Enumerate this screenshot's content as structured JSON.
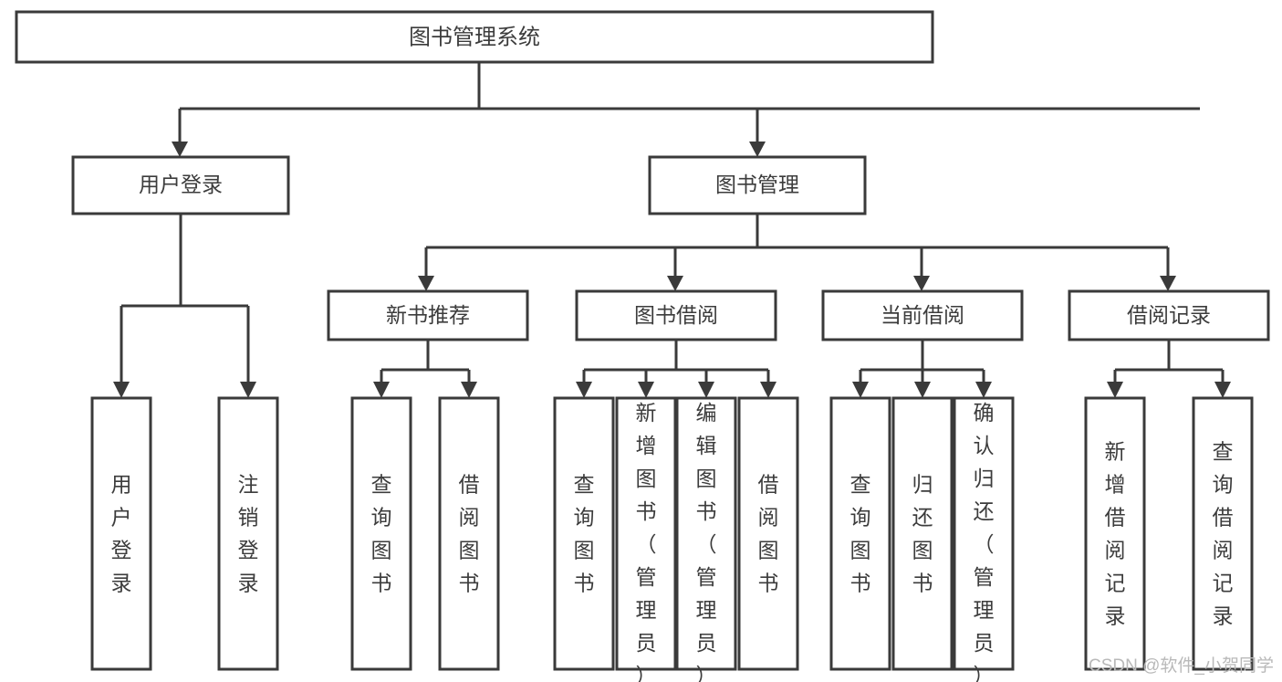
{
  "diagram": {
    "title": "图书管理系统",
    "type": "tree-hierarchy-diagram",
    "colors": {
      "stroke": "#3a3a3a",
      "box_fill": "#ffffff",
      "text": "#3c3c3c",
      "background": "#ffffff",
      "watermark": "#b9b9b9"
    },
    "root": {
      "label": "图书管理系统"
    },
    "level2": [
      {
        "label": "用户登录"
      },
      {
        "label": "图书管理"
      }
    ],
    "level3": [
      {
        "label": "新书推荐"
      },
      {
        "label": "图书借阅"
      },
      {
        "label": "当前借阅"
      },
      {
        "label": "借阅记录"
      }
    ],
    "leaves": {
      "user_login": [
        {
          "label": "用户登录"
        },
        {
          "label": "注销登录"
        }
      ],
      "new_book_recommend": [
        {
          "label": "查询图书"
        },
        {
          "label": "借阅图书"
        }
      ],
      "book_borrow": [
        {
          "label": "查询图书"
        },
        {
          "label": "新增图书（管理员）"
        },
        {
          "label": "编辑图书（管理员）"
        },
        {
          "label": "借阅图书"
        }
      ],
      "current_borrow": [
        {
          "label": "查询图书"
        },
        {
          "label": "归还图书"
        },
        {
          "label": "确认归还（管理员）"
        }
      ],
      "borrow_record": [
        {
          "label": "新增借阅记录"
        },
        {
          "label": "查询借阅记录"
        }
      ]
    },
    "watermark": "CSDN @软件_小贺同学"
  }
}
